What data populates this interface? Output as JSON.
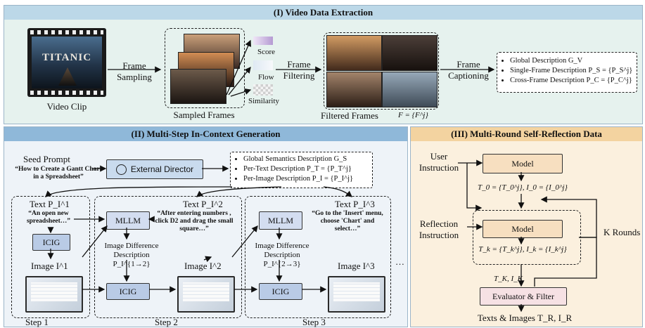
{
  "panel1": {
    "title": "(I) Video Data Extraction",
    "video_clip_label": "Video Clip",
    "film_title": "TITANIC",
    "frame_sampling": [
      "Frame",
      "Sampling"
    ],
    "sampled_frames_label": "Sampled Frames",
    "score_label": "Score",
    "flow_label": "Flow",
    "similarity_label": "Similarity",
    "frame_filtering": [
      "Frame",
      "Filtering"
    ],
    "filtered_frames_label": "Filtered Frames",
    "filtered_formula": "F = {F^j}",
    "frame_captioning": [
      "Frame",
      "Captioning"
    ],
    "captions": [
      "Global Description  G_V",
      "Single-Frame Description  P_S = {P_S^j}",
      "Cross-Frame Description  P_C = {P_C^j}"
    ]
  },
  "panel2": {
    "title": "(II) Multi-Step In-Context Generation",
    "seed_prompt_label": "Seed Prompt",
    "seed_prompt_text": "“How to Create a Gantt Chart in a Spreadsheet”",
    "external_director": "External Director",
    "semantics": [
      "Global Semantics Description  G_S",
      "Per-Text Description  P_T = {P_T^j}",
      "Per-Image Description  P_I = {P_I^j}"
    ],
    "step1": {
      "text_label": "Text P_I^1",
      "text_quote": "“An open new spreadsheet…”",
      "icig": "ICIG",
      "image_label": "Image I^1",
      "step_label": "Step 1"
    },
    "step2": {
      "text_label": "Text P_I^2",
      "text_quote": "“After entering numbers , click D2 and drag the small square…”",
      "mllm": "MLLM",
      "diff_label": "Image Difference Description P_I^{1→2}",
      "icig": "ICIG",
      "image_label": "Image I^2",
      "step_label": "Step 2"
    },
    "step3": {
      "text_label": "Text P_I^3",
      "text_quote": "“Go to the 'Insert' menu, choose 'Chart' and select…”",
      "mllm": "MLLM",
      "diff_label": "Image Difference Description P_I^{2→3}",
      "icig": "ICIG",
      "image_label": "Image I^3",
      "step_label": "Step 3"
    },
    "ellipsis": "…"
  },
  "panel3": {
    "title": "(III) Multi-Round Self-Reflection Data",
    "user_instruction": [
      "User",
      "Instruction"
    ],
    "model": "Model",
    "t0": "T_0 = {T_0^j}, I_0 = {I_0^j}",
    "reflection_instruction": [
      "Reflection",
      "Instruction"
    ],
    "model2": "Model",
    "tk": "T_k = {T_k^j}, I_k = {I_k^j}",
    "k_rounds": "K Rounds",
    "tK": "T_K, I_K",
    "evaluator": "Evaluator & Filter",
    "output": "Texts & Images  T_R, I_R"
  },
  "colors": {
    "panel1_bg": "#e6f2ee",
    "panel1_header": "#bcd8e8",
    "panel2_bg": "#eef3f8",
    "panel2_header": "#8fb8d9",
    "panel3_bg": "#fbf0de",
    "panel3_header": "#f3d3a0",
    "model_box": "#f7dfc0",
    "evaluator_box": "#f6e1e4",
    "director_box": "#c9dbee",
    "mllm_box": "#d3ddf0",
    "icig_box": "#b9cbe6"
  }
}
